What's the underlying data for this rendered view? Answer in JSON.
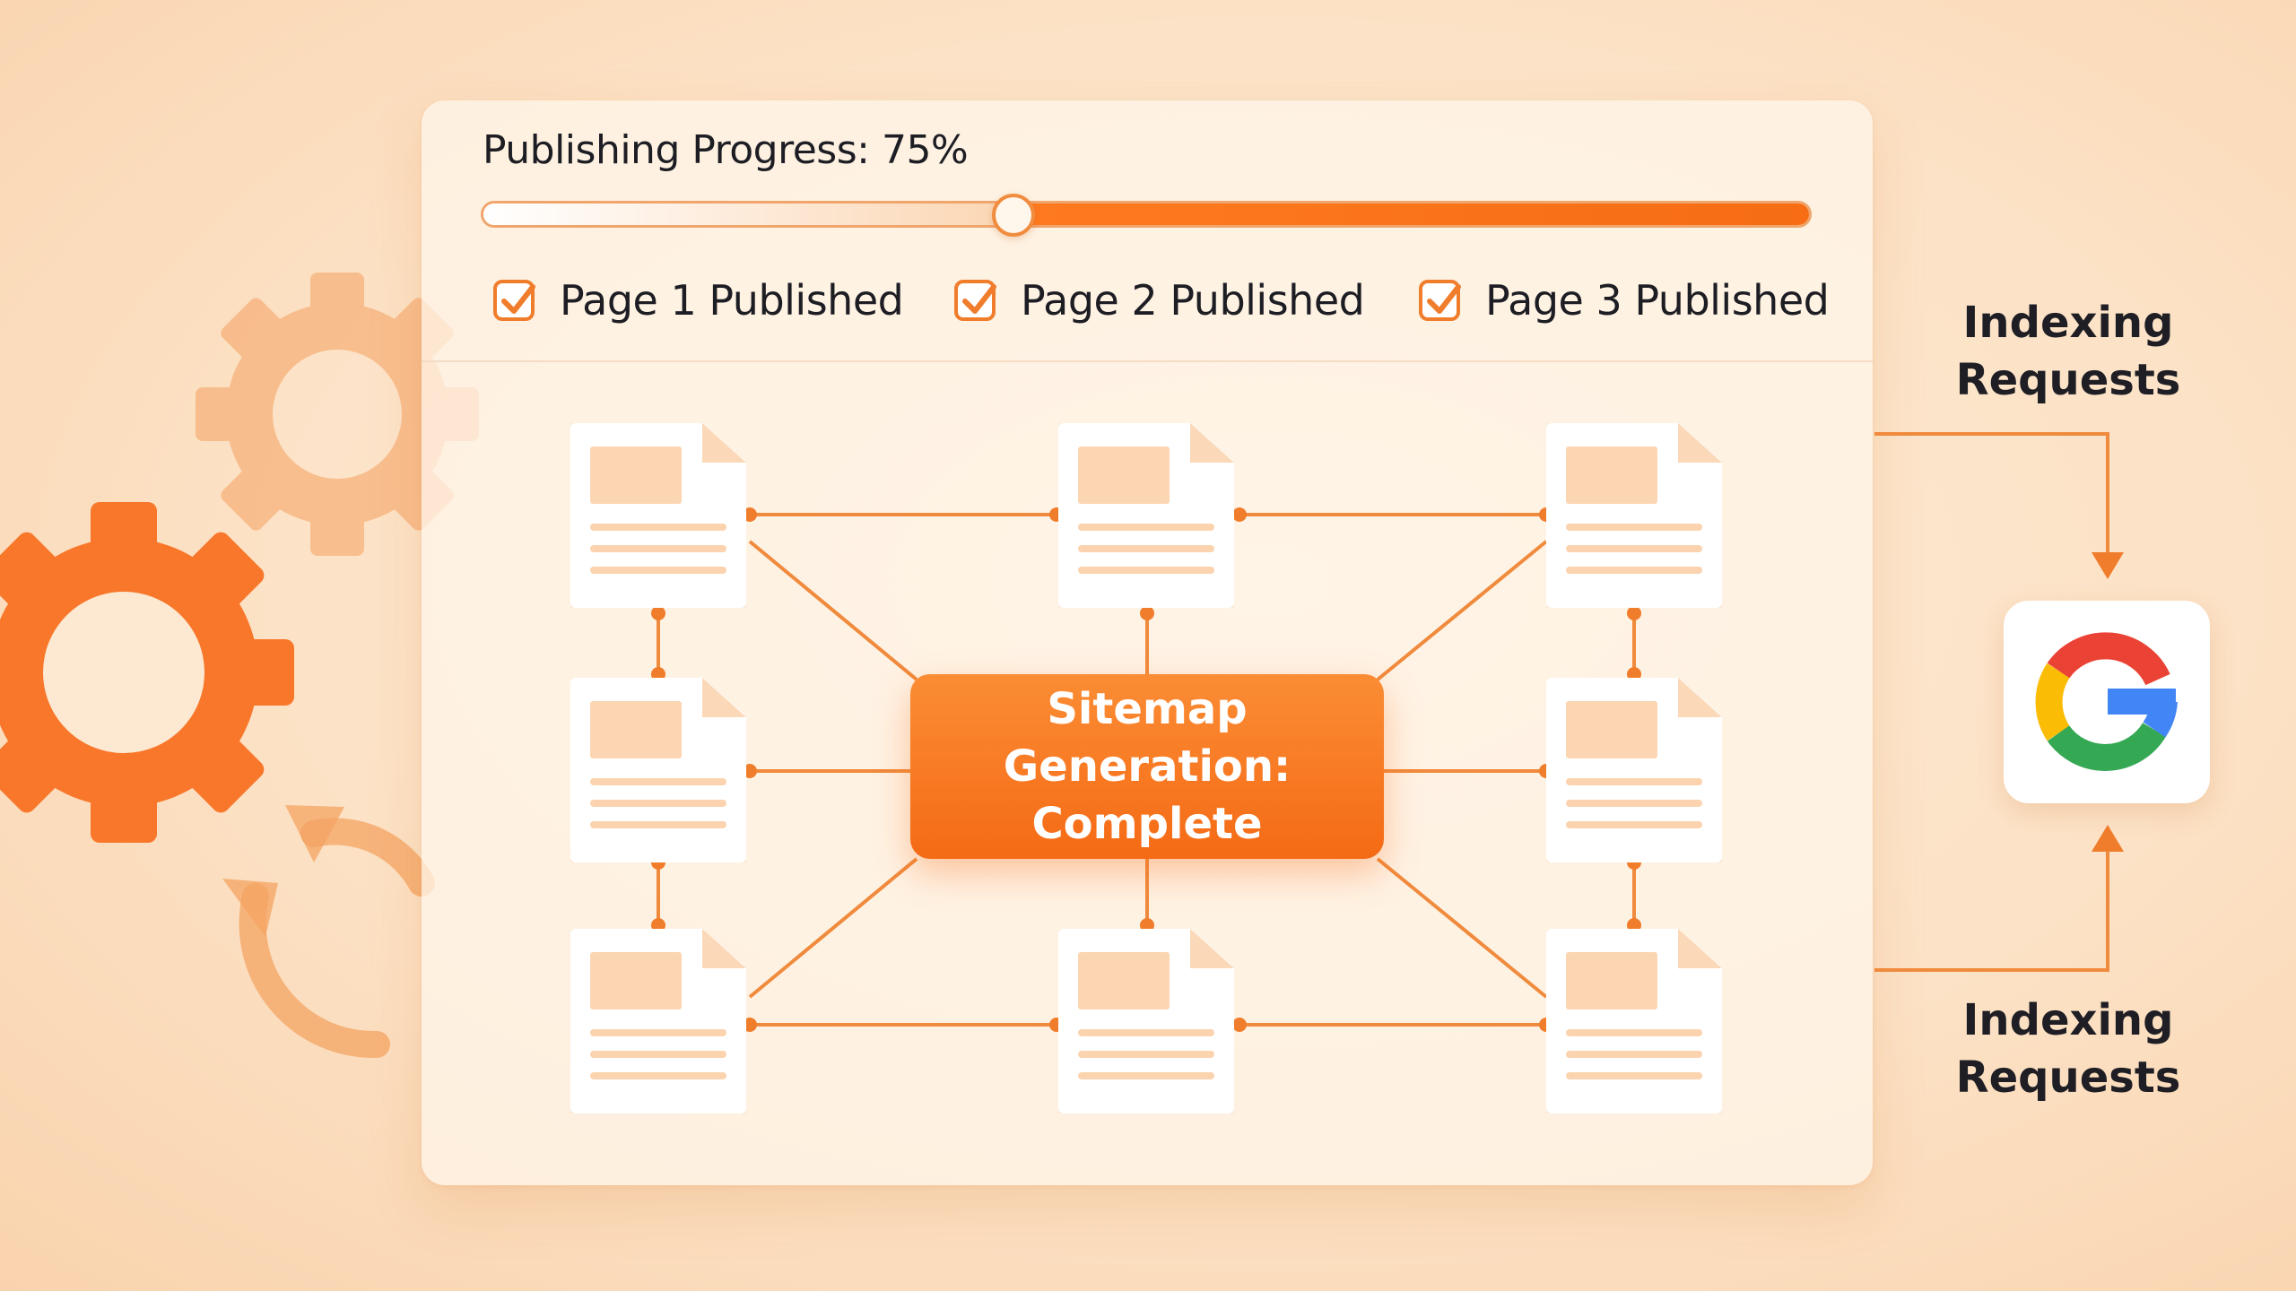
{
  "progress": {
    "label": "Publishing Progress: 75%",
    "value_fraction": 0.4
  },
  "checklist": [
    {
      "label": "Page 1 Published",
      "checked": true
    },
    {
      "label": "Page 2 Published",
      "checked": true
    },
    {
      "label": "Page 3 Published",
      "checked": true
    }
  ],
  "center": {
    "line1": "Sitemap Generation:",
    "line2": "Complete"
  },
  "indexing": {
    "top_line1": "Indexing",
    "top_line2": "Requests",
    "bottom_line1": "Indexing",
    "bottom_line2": "Requests"
  },
  "icons": [
    "gear-icon",
    "gear-icon",
    "refresh-icon",
    "checkbox-icon",
    "document-icon",
    "google-logo",
    "arrow-down-icon",
    "arrow-up-icon"
  ],
  "colors": {
    "accent": "#f56a15",
    "accent_light": "#fb8d35",
    "background": "#fce2c6",
    "google_blue": "#4285f4",
    "google_red": "#ea4335",
    "google_yellow": "#fbbc05",
    "google_green": "#34a853"
  }
}
